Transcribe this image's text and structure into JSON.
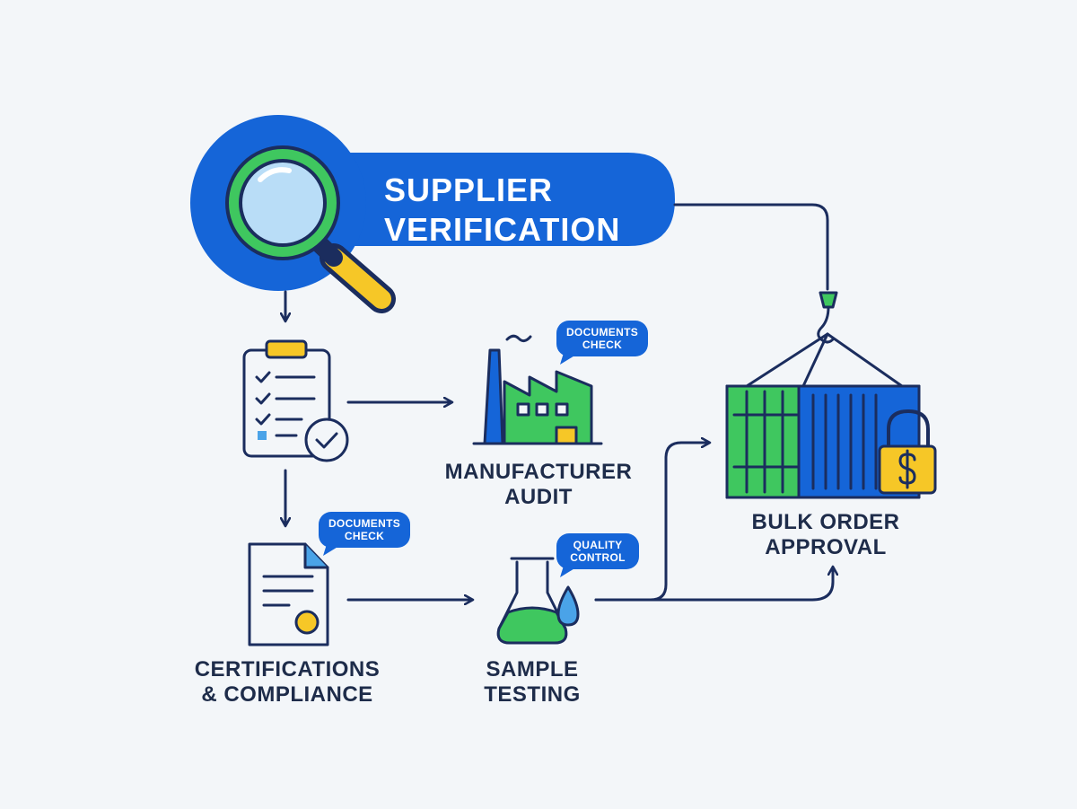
{
  "title": {
    "line1": "SUPPLIER",
    "line2": "VERIFICATION"
  },
  "steps": {
    "manufacturer": {
      "line1": "MANUFACTURER",
      "line2": "AUDIT"
    },
    "certifications": {
      "line1": "CERTIFICATIONS",
      "line2": "& COMPLIANCE"
    },
    "sample": {
      "line1": "SAMPLE",
      "line2": "TESTING"
    },
    "bulk": {
      "line1": "BULK ORDER",
      "line2": "APPROVAL"
    }
  },
  "bubbles": {
    "manufacturer": {
      "line1": "DOCUMENTS",
      "line2": "CHECK"
    },
    "certifications": {
      "line1": "DOCUMENTS",
      "line2": "CHECK"
    },
    "sample": {
      "line1": "QUALITY",
      "line2": "CONTROL"
    }
  },
  "colors": {
    "navy": "#1b2d5e",
    "blue": "#1565d8",
    "green": "#3fc75f",
    "yellow": "#f6c727",
    "background": "#f3f6f9"
  },
  "icons": {
    "magnifier": "magnifier-icon",
    "checklist": "checklist-clipboard-icon",
    "factory": "factory-icon",
    "certificate": "certificate-document-icon",
    "flask": "lab-flask-icon",
    "container": "shipping-container-icon",
    "lock": "padlock-dollar-icon"
  }
}
